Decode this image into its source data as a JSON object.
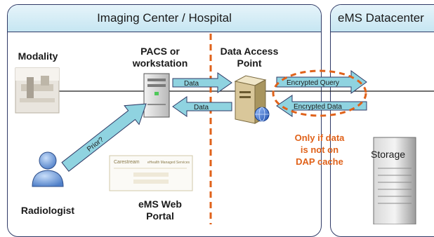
{
  "regions": {
    "left_title": "Imaging Center / Hospital",
    "right_title": "eMS Datacenter"
  },
  "nodes": {
    "modality": "Modality",
    "pacs_line1": "PACS or",
    "pacs_line2": "workstation",
    "dap_line1": "Data Access",
    "dap_line2": "Point",
    "radiologist": "Radiologist",
    "web_line1": "eMS Web",
    "web_line2": "Portal",
    "storage": "Storage"
  },
  "arrows": {
    "data_to_dap": "Data",
    "data_to_pacs": "Data",
    "encrypted_query": "Encrypted Query",
    "encrypted_data": "Encrypted Data",
    "prior": "Prior?"
  },
  "note": {
    "line1": "Only if data",
    "line2": "is not on",
    "line3": "DAP cache"
  },
  "screenshot": {
    "brand": "Carestream",
    "title": "eHealth Managed Services"
  },
  "colors": {
    "arrow_fill": "#8fd3e0",
    "arrow_stroke": "#2f3a66",
    "accent": "#e0621a",
    "panel_head": "#d4edf6"
  }
}
